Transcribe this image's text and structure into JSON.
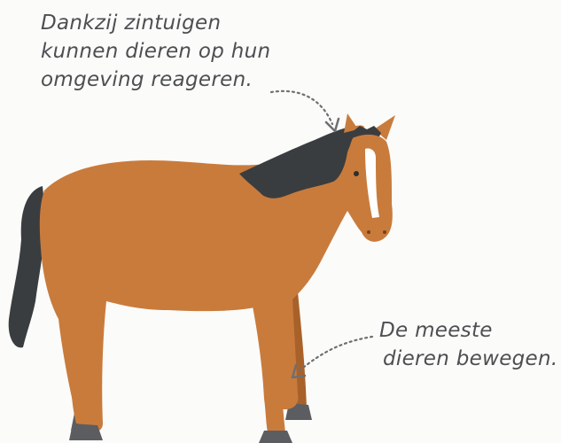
{
  "caption_top": {
    "lines": [
      "Dankzij zintuigen",
      "kunnen dieren op hun",
      "omgeving reageren."
    ]
  },
  "caption_bottom": {
    "lines": [
      "De meeste",
      "dieren bewegen."
    ]
  },
  "colors": {
    "background": "#fbfbf9",
    "text": "#4d4f52",
    "horse_coat": "#c97b3c",
    "horse_coat_shadow": "#a9612a",
    "mane_tail": "#3a3d3f",
    "blaze": "#ffffff",
    "hoof": "#5b5d60",
    "arrow": "#6e6f72"
  },
  "illustration": {
    "subject": "horse",
    "icons": [
      "horse-illustration",
      "dotted-arrow-icon"
    ]
  }
}
